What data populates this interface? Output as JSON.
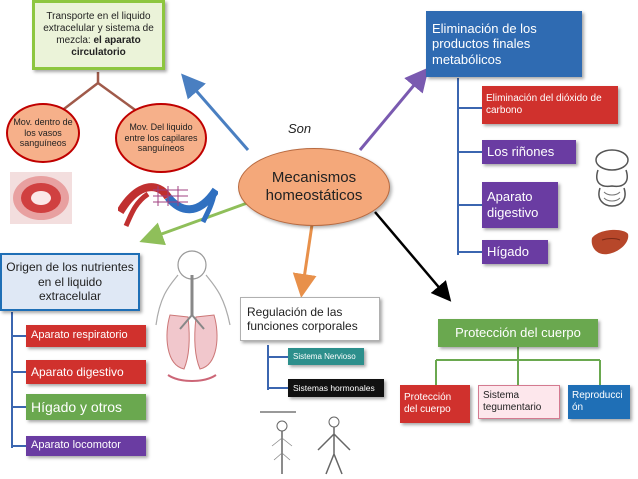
{
  "center": {
    "label": "Mecanismos homeostáticos"
  },
  "son_label": "Son",
  "transporte": {
    "prefix": "Transporte en el liquido extracelular y sistema de mezcla: ",
    "bold": "el aparato circulatorio",
    "sub": [
      "Mov. dentro de los vasos sanguíneos",
      "Mov. Del liquido entre los capilares sanguíneos"
    ]
  },
  "eliminacion": {
    "title": "Eliminación de los productos finales metabólicos",
    "items": [
      "Eliminación del dióxido de carbono",
      "Los riñones",
      "Aparato digestivo",
      "Hígado"
    ]
  },
  "origen": {
    "title": "Origen de los nutrientes en el liquido extracelular",
    "items": [
      "Aparato respiratorio",
      "Aparato digestivo",
      "Hígado y otros",
      "Aparato locomotor"
    ]
  },
  "regulacion": {
    "title": "Regulación de las funciones corporales",
    "items": [
      "Sistema Nervioso",
      "Sistemas hormonales"
    ]
  },
  "proteccion": {
    "title": "Protección del cuerpo",
    "items": [
      "Protección del cuerpo",
      "Sistema tegumentario",
      "Reproducción"
    ]
  },
  "colors": {
    "center_fill": "#f4a87a",
    "blue": "#1f6fb6",
    "dark_blue": "#2e5c9a",
    "purple": "#6a3ca2",
    "green": "#6aa84f",
    "red": "#d0312d",
    "lime_border": "#8dc63f",
    "oval_fill": "#f6b08a",
    "arrow_blue": "#4a7fc1",
    "arrow_purple": "#7a5ab0",
    "arrow_green": "#8fbf5a",
    "arrow_orange": "#e8904a",
    "arrow_black": "#000000",
    "branch_brown": "#a05a4a"
  }
}
